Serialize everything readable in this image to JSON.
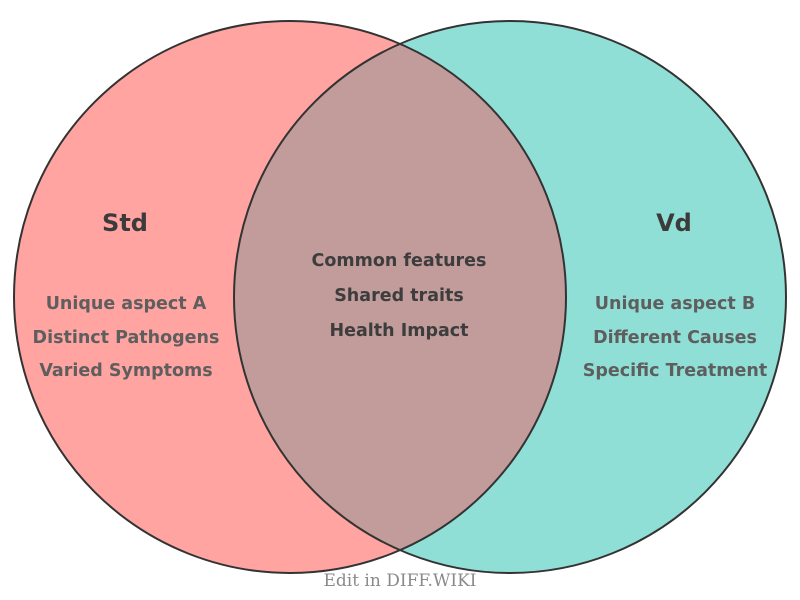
{
  "venn": {
    "background": "#FFFFFF",
    "outline": "#333333",
    "left": {
      "title": "Std",
      "items": [
        "Unique aspect A",
        "Distinct Pathogens",
        "Varied Symptoms"
      ],
      "fill": "#FFA4A1"
    },
    "right": {
      "title": "Vd",
      "items": [
        "Unique aspect B",
        "Different Causes",
        "Specific Treatment"
      ],
      "fill": "#90DFD6"
    },
    "overlap": {
      "items": [
        "Common features",
        "Shared traits",
        "Health Impact"
      ],
      "fill": "#C29B9B"
    },
    "text_colors": {
      "title": "#3B3B3B",
      "side_items": "#5E5E5E",
      "overlap_items": "#3D3D3D"
    }
  },
  "footer": {
    "label": "Edit in DIFF.WIKI",
    "color": "#8A8A8A"
  }
}
